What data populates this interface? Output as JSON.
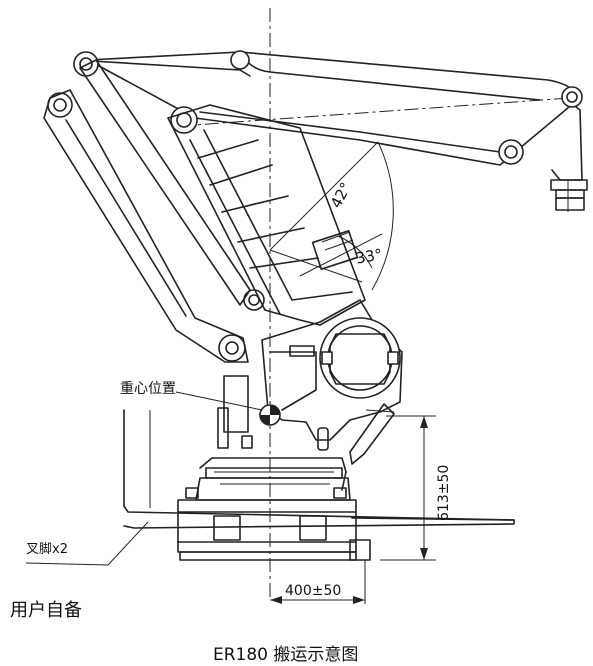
{
  "annotations": {
    "angle_upper": "42°",
    "angle_lower": "33°",
    "cog_label": "重心位置",
    "height_dim": "613±50",
    "width_dim": "400±50",
    "fork_label": "叉脚x2",
    "user_supplied": "用户自备"
  },
  "caption": "ER180 搬运示意图"
}
